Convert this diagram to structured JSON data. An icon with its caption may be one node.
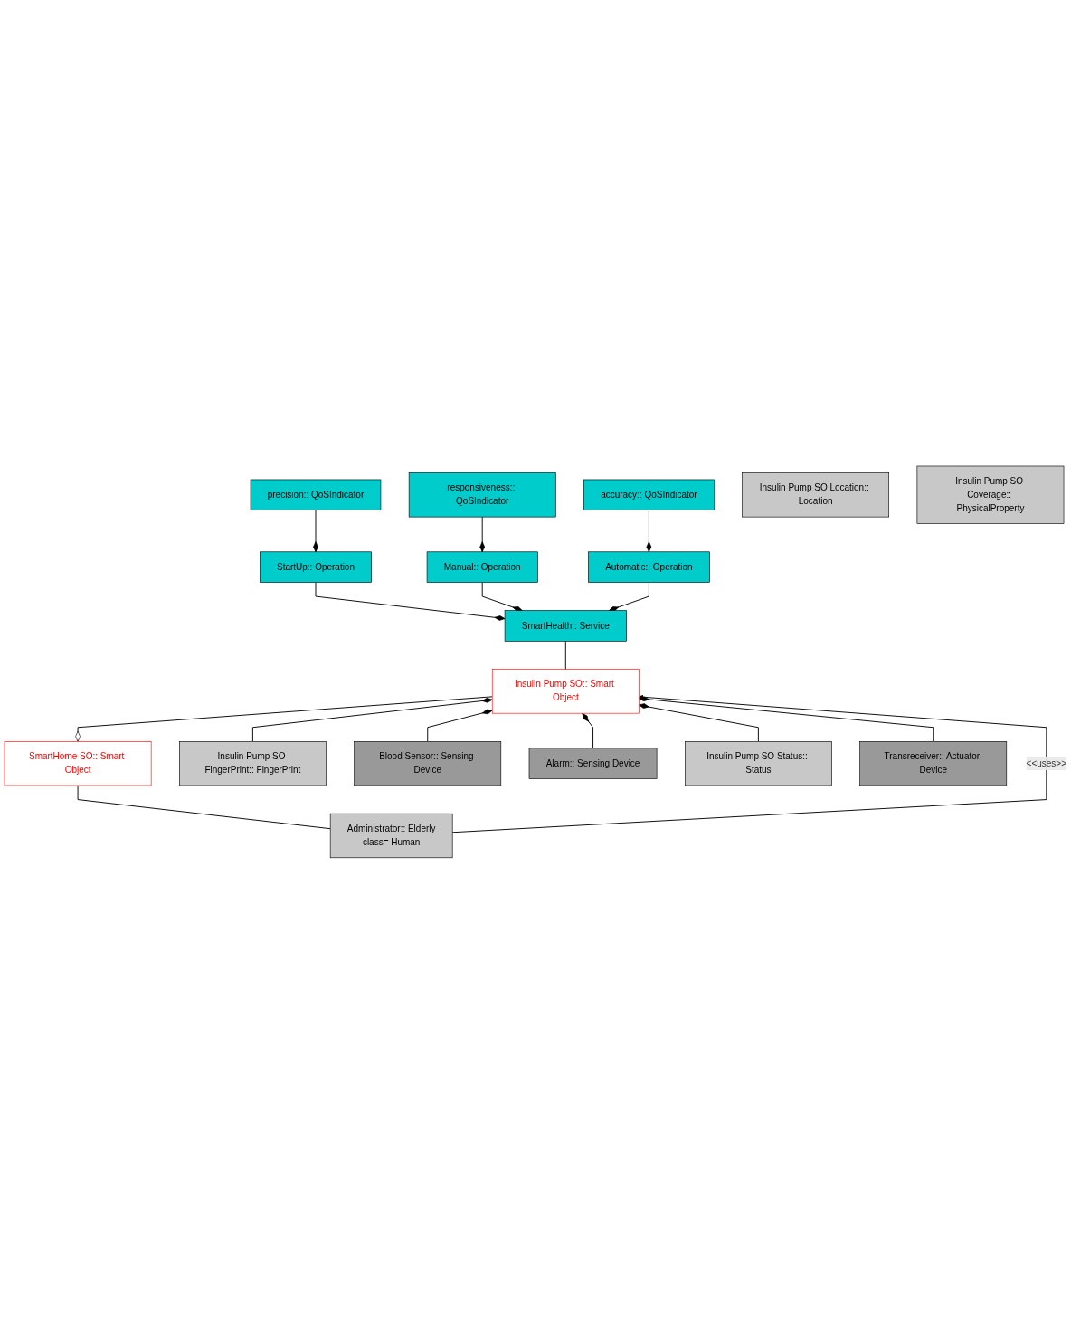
{
  "diagram": {
    "nodes": [
      {
        "text": [
          "precision:: QoSIndicator"
        ]
      },
      {
        "text": [
          "responsiveness:: QoSIndicator"
        ]
      },
      {
        "text": [
          "accuracy:: QoSIndicator"
        ]
      },
      {
        "text": [
          "StartUp:: Operation"
        ]
      },
      {
        "text": [
          "Manual:: Operation"
        ]
      },
      {
        "text": [
          "Automatic:: Operation"
        ]
      },
      {
        "text": [
          "SmartHome SO:: Smart Object"
        ]
      },
      {
        "text": [
          "SmartHealth:: Service"
        ]
      },
      {
        "text": [
          "Insulin Pump SO:: Smart Object"
        ]
      },
      {
        "text": [
          "Administrator:: Elderly",
          "class= Human"
        ]
      },
      {
        "text": [
          "Insulin Pump SO Location:: Location"
        ]
      },
      {
        "text": [
          "Insulin Pump SO FingerPrint:: FingerPrint"
        ]
      },
      {
        "text": [
          "Blood Sensor:: Sensing Device"
        ]
      },
      {
        "text": [
          "Insulin Pump SO Coverage:: PhysicalProperty"
        ]
      },
      {
        "text": [
          "Alarm:: Sensing Device"
        ]
      },
      {
        "text": [
          "Insulin Pump SO Status:: Status"
        ]
      },
      {
        "text": [
          "Transreceiver:: Actuator Device"
        ]
      }
    ],
    "edges": [
      {
        "from": 0,
        "to": 3,
        "arrow": "other"
      },
      {
        "from": 1,
        "to": 4,
        "arrow": "other"
      },
      {
        "from": 2,
        "to": 5,
        "arrow": "other"
      },
      {
        "from": 3,
        "to": 7,
        "arrow": "other"
      },
      {
        "from": 4,
        "to": 7,
        "arrow": "other"
      },
      {
        "from": 5,
        "to": 7,
        "arrow": "other"
      },
      {
        "from": 7,
        "to": 8,
        "arrow": "none"
      },
      {
        "from": 8,
        "to": 6,
        "arrow": "other"
      },
      {
        "from": 6,
        "to": 9,
        "arrow": "none"
      },
      {
        "from": 9,
        "to": 8,
        "arrow": "to",
        "label": "<<uses>>"
      },
      {
        "from": 12,
        "to": 8,
        "arrow": "other"
      },
      {
        "from": 14,
        "to": 8,
        "arrow": "other"
      },
      {
        "from": 16,
        "to": 8,
        "arrow": "other"
      },
      {
        "from": 11,
        "to": 8,
        "arrow": "other"
      },
      {
        "from": 15,
        "to": 8,
        "arrow": "other"
      }
    ]
  }
}
